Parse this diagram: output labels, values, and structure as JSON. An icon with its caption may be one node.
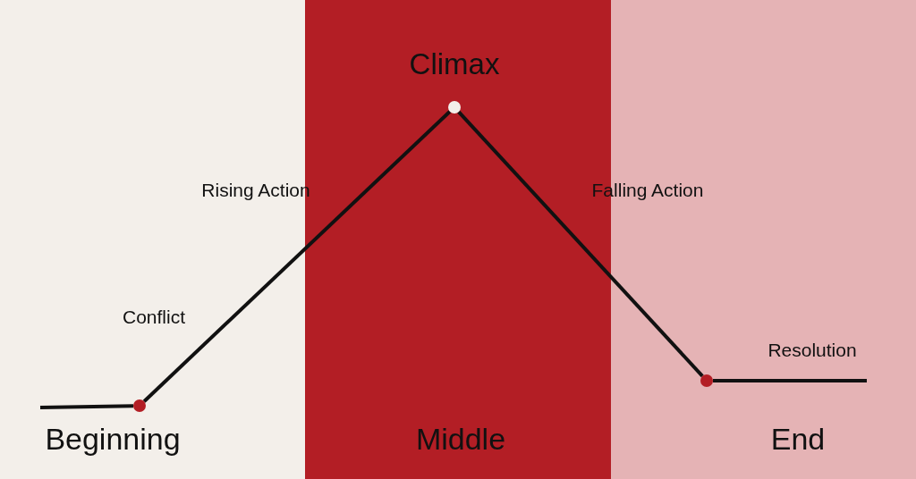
{
  "diagram": {
    "nodes": [
      {
        "text": [
          "Beginning"
        ]
      },
      {
        "text": [
          "Middle"
        ]
      },
      {
        "text": [
          "End"
        ]
      },
      {
        "text": [],
        "shape": "circle",
        "in": 0
      },
      {
        "text": [],
        "shape": "circle",
        "in": 1,
        "beside": [
          "Climax"
        ]
      },
      {
        "text": [],
        "shape": "circle",
        "in": 2,
        "beside": [
          "Resolution"
        ]
      }
    ],
    "edges": [
      {
        "from": null,
        "to": 3,
        "arrow": "none"
      },
      {
        "from": 3,
        "to": 4,
        "arrow": "none",
        "label": "Rising Action"
      },
      {
        "from": 4,
        "to": 5,
        "arrow": "none",
        "label": "Falling Action"
      },
      {
        "from": 5,
        "to": null,
        "arrow": "none"
      }
    ],
    "labels": [
      "Conflict"
    ]
  }
}
